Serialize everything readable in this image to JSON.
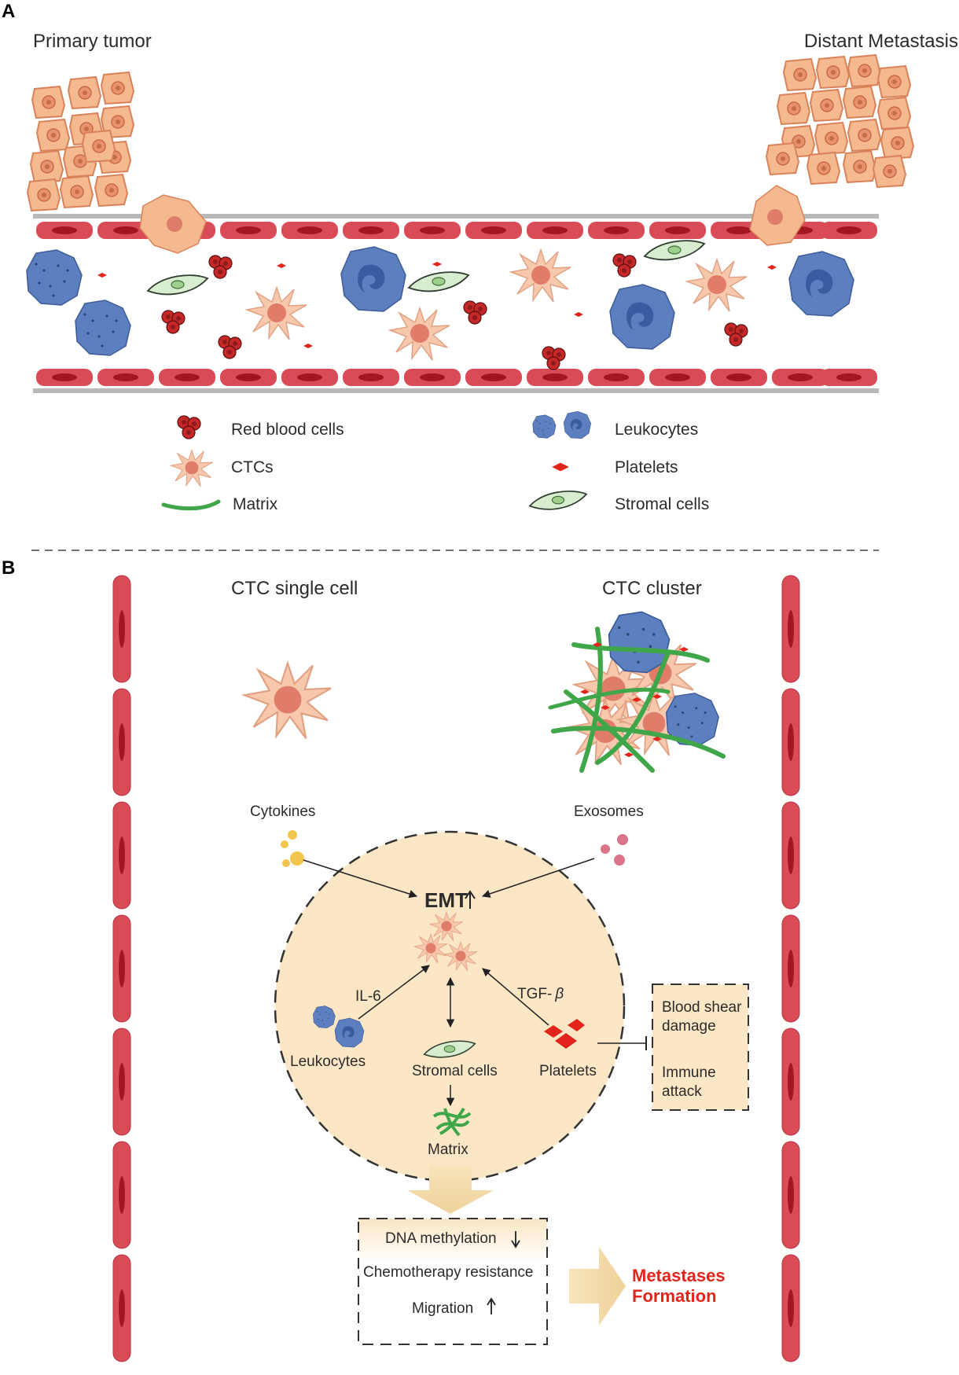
{
  "panel_a": {
    "letter": "A",
    "primary_tumor": "Primary tumor",
    "distant_metastasis": "Distant Metastasis",
    "legend": {
      "red_blood_cells": "Red blood cells",
      "ctcs": "CTCs",
      "matrix": "Matrix",
      "leukocytes": "Leukocytes",
      "platelets": "Platelets",
      "stromal_cells": "Stromal cells"
    }
  },
  "panel_b": {
    "letter": "B",
    "ctc_single_cell": "CTC single cell",
    "ctc_cluster": "CTC cluster",
    "cytokines": "Cytokines",
    "exosomes": "Exosomes",
    "emt": "EMT",
    "il6": "IL-6",
    "tgf_beta": "TGF-",
    "beta_symbol": "β",
    "leukocytes": "Leukocytes",
    "stromal_cells": "Stromal cells",
    "platelets": "Platelets",
    "matrix": "Matrix",
    "blood_shear_line1": "Blood shear",
    "blood_shear_line2": "damage",
    "immune_line1": "Immune",
    "immune_line2": "attack",
    "outcomes": {
      "dna_methylation": "DNA methylation",
      "chemo": "Chemotherapy resistance",
      "migration": "Migration"
    },
    "metastases_line1": "Metastases",
    "metastases_line2": "Formation"
  },
  "colors": {
    "tumor_cell": "#f5b98f",
    "tumor_outline": "#d9825a",
    "vessel_red": "#d94c57",
    "rbc": "#c62828",
    "leukocyte": "#5b7fbf",
    "stromal": "#d8ecd0",
    "matrix_green": "#3fa64a",
    "platelet": "#e3241b",
    "circle_fill": "#fbe6c5",
    "accent_red": "#e3241b"
  }
}
